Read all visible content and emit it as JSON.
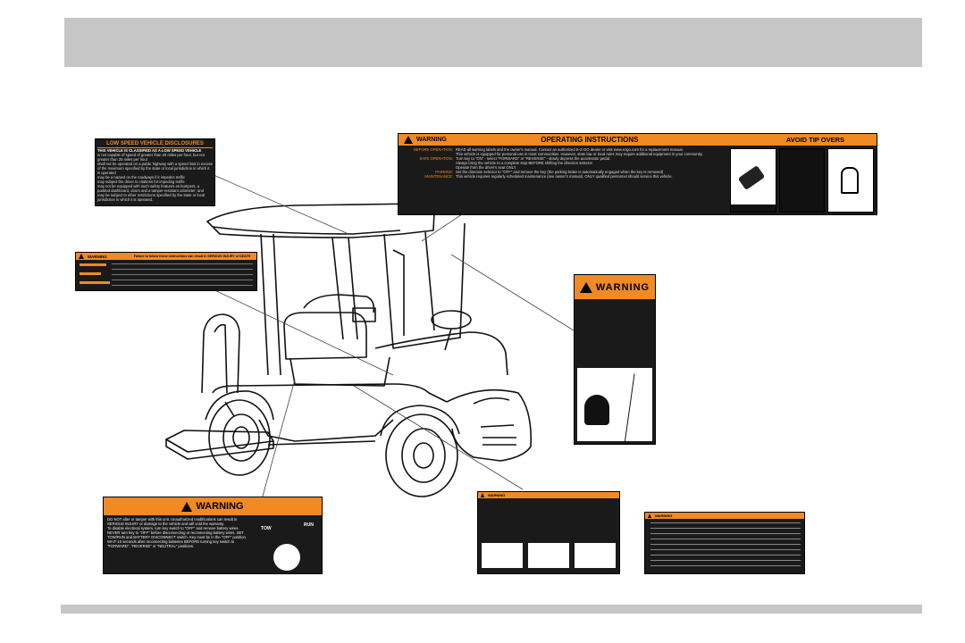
{
  "low_speed": {
    "title": "LOW SPEED VEHICLE DISCLOSURES",
    "subtitle": "THIS VEHICLE IS CLASSIFIED AS A LOW SPEED VEHICLE",
    "lines": [
      "is not capable of speed of greater than 25 miles per hour, but not greater than 25 miles per hour",
      "shall not be operated on a public highway with a speed limit in excess of the maximum specified by the state or local jurisdiction in which it is operated",
      "may be a hazard on the roadways if it impedes traffic",
      "may subject the driver to citations for impeding traffic",
      "may not be equipped with such safety features as bumpers, a padded dashboard, doors and a tamper-resistant odometer; and",
      "may be subject to other restrictions specified by the state or local jurisdiction in which it is operated."
    ]
  },
  "operating": {
    "warning": "WARNING",
    "title": "OPERATING INSTRUCTIONS",
    "tip_title": "AVOID TIP OVERS",
    "rows": [
      {
        "label": "BEFORE OPERATION:",
        "text": "READ all warning labels and the owner's manual. Contact an authorized E-Z-GO dealer or visit www.ezgo.com for a replacement manual."
      },
      {
        "label": "",
        "text": "This vehicle is equipped for personal use in most communities. However, state law or local rules may require additional equipment in your community."
      },
      {
        "label": "SAFE OPERATION:",
        "text": "Turn key to \"ON\" - select \"FORWARD\" or \"REVERSE\" - slowly depress the accelerator pedal."
      },
      {
        "label": "",
        "text": "Always bring the vehicle to a complete stop BEFORE shifting the direction selector."
      },
      {
        "label": "",
        "text": "Operate from the driver's seat ONLY."
      },
      {
        "label": "PARKING:",
        "text": "Set the direction selector to \"OFF\" and remove the key (the parking brake is automatically engaged when the key is removed)"
      },
      {
        "label": "MAINTENANCE:",
        "text": "This vehicle requires regularly scheduled maintenance (see owner's manual). ONLY qualified personnel should service this vehicle."
      }
    ]
  },
  "left_warning": {
    "title": "WARNING",
    "header_text": "Failure to follow these instructions can result in SERIOUS INJURY or DEATH"
  },
  "right_warning": {
    "title": "WARNING"
  },
  "bottom_left": {
    "title": "WARNING",
    "items": [
      "DO NOT alter or tamper with this unit. Unauthorized modifications can result in SERIOUS INJURY or damage to the vehicle and will void the warranty.",
      "To disable electrical system, turn key switch to \"OFF\" and remove battery wires.",
      "NEVER turn key to \"OFF\" before disconnecting or reconnecting battery wires. SET TOW/RUN and BATTERY DISCONNECT switch. Key must be in the \"OFF\" position.",
      "WAIT 10 seconds after reconnecting batteries BEFORE turning key switch to \"FORWARD\", \"REVERSE\" or \"NEUTRAL\" positions."
    ],
    "tow": "TOW",
    "run": "RUN"
  },
  "bottom_mid": {
    "title": "WARNING"
  },
  "bottom_right": {
    "title": "WARNING"
  },
  "colors": {
    "accent": "#f08a24",
    "bar": "#c6c6c6",
    "label_bg": "#1a1a1a"
  }
}
